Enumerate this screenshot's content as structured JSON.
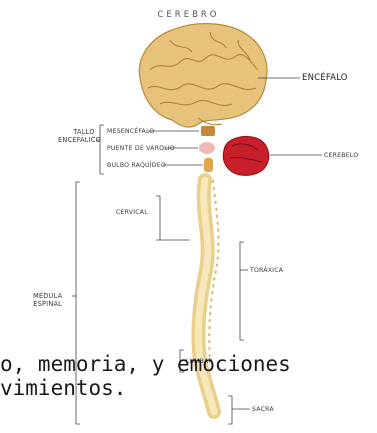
{
  "diagram": {
    "title": "CEREBRO",
    "labels": {
      "encefalo": "ENCÉFALO",
      "tallo_line1": "TALLO",
      "tallo_line2": "ENCEFÁLICO",
      "mesencefalo": "MESENCÉFALO",
      "puente": "PUENTE DE VAROLIO",
      "bulbo": "BULBO RAQUÍDEO",
      "cerebelo": "CEREBELO",
      "cervical": "CERVICAL",
      "toraxica": "TORÁXICA",
      "medula_line1": "MÉDULA",
      "medula_line2": "ESPINAL",
      "lumbar": "LUMBAR",
      "sacra": "SACRA"
    },
    "caption": {
      "line1": "o, memoria, y emociones",
      "line2": "vimientos."
    },
    "colors": {
      "brain": "#e7c27a",
      "cerebellum": "#c8202a",
      "spine": "#f0dca0",
      "lines": "#444444"
    }
  }
}
